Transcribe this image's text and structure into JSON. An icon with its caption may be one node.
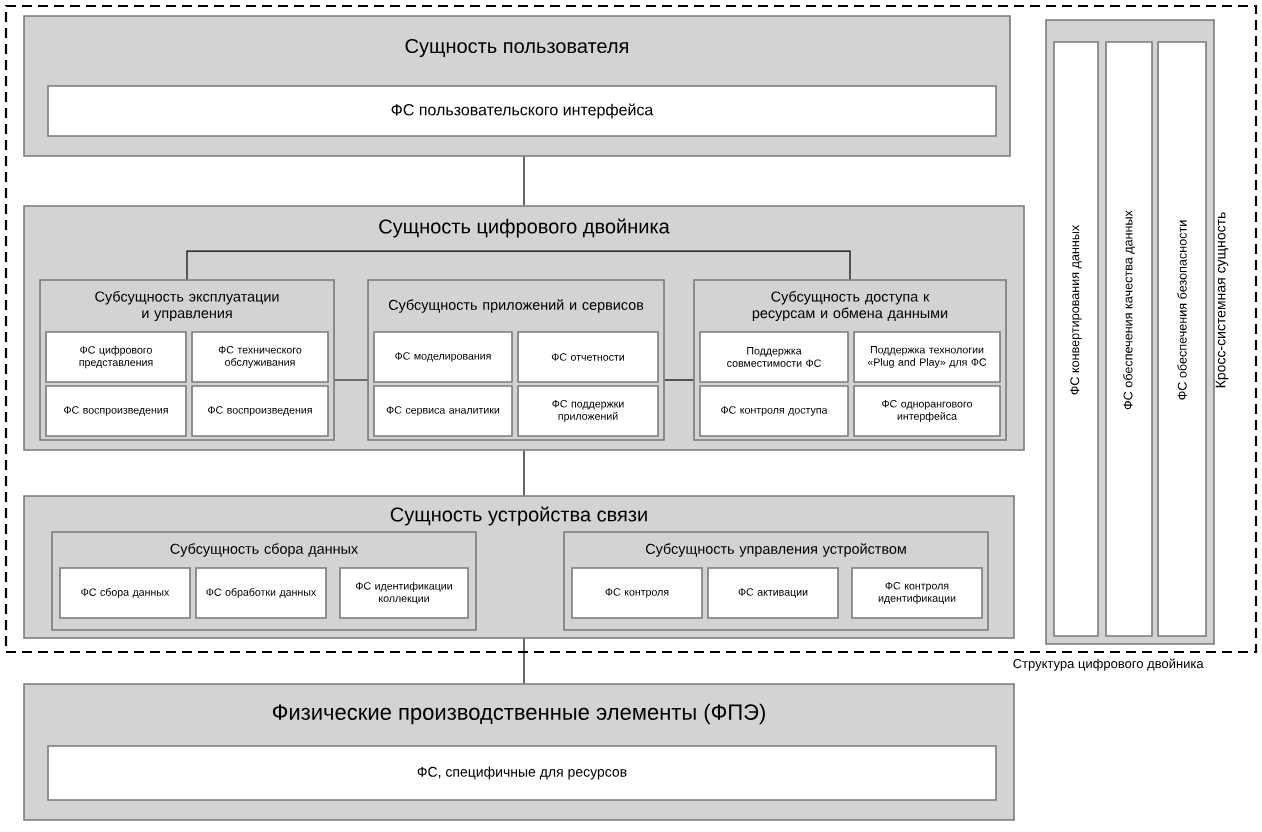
{
  "diagram": {
    "nodes": [
      {
        "text": [
          "Структура цифрового двойника"
        ]
      },
      {
        "text": [
          "Сущность пользователя"
        ],
        "in": 0
      },
      {
        "text": [
          "ФС пользовательского интерфейса"
        ],
        "in": 1
      },
      {
        "text": [
          "Сущность цифрового двойника"
        ],
        "in": 0
      },
      {
        "text": [
          "Субсущность эксплуатации и управления"
        ],
        "in": 3
      },
      {
        "text": [
          "ФС цифрового представления"
        ],
        "in": 4
      },
      {
        "text": [
          "ФС технического обслуживания"
        ],
        "in": 4
      },
      {
        "text": [
          "ФС воспроизведения"
        ],
        "in": 4
      },
      {
        "text": [
          "ФС воспроизведения"
        ],
        "in": 4
      },
      {
        "text": [
          "Субсущность приложений и сервисов"
        ],
        "in": 3
      },
      {
        "text": [
          "ФС моделирования"
        ],
        "in": 9
      },
      {
        "text": [
          "ФС отчетности"
        ],
        "in": 9
      },
      {
        "text": [
          "ФС сервиса аналитики"
        ],
        "in": 9
      },
      {
        "text": [
          "ФС поддержки приложений"
        ],
        "in": 9
      },
      {
        "text": [
          "Субсущность доступа к ресурсам и обмена данными"
        ],
        "in": 3
      },
      {
        "text": [
          "Поддержка совместимости ФС"
        ],
        "in": 14
      },
      {
        "text": [
          "Поддержка технологии «Plug and Play» для ФС"
        ],
        "in": 14
      },
      {
        "text": [
          "ФС контроля доступа"
        ],
        "in": 14
      },
      {
        "text": [
          "ФС однорангового интерфейса"
        ],
        "in": 14
      },
      {
        "text": [
          "Сущность устройства связи"
        ],
        "in": 0
      },
      {
        "text": [
          "Субсущность сбора данных"
        ],
        "in": 19
      },
      {
        "text": [
          "ФС сбора данных"
        ],
        "in": 20
      },
      {
        "text": [
          "ФС обработки данных"
        ],
        "in": 20
      },
      {
        "text": [
          "ФС идентификации коллекции"
        ],
        "in": 20
      },
      {
        "text": [
          "Субсущность управления устройством"
        ],
        "in": 19
      },
      {
        "text": [
          "ФС контроля"
        ],
        "in": 24
      },
      {
        "text": [
          "ФС активации"
        ],
        "in": 24
      },
      {
        "text": [
          "ФС контроля идентификации"
        ],
        "in": 24
      },
      {
        "text": [
          "Кросс-системная сущность"
        ],
        "in": 0
      },
      {
        "text": [
          "ФС конвертирования данных"
        ],
        "in": 28
      },
      {
        "text": [
          "ФС обеспечения качества данных"
        ],
        "in": 28
      },
      {
        "text": [
          "ФС обеспечения безопасности"
        ],
        "in": 28
      },
      {
        "text": [
          "Физические производственные элементы (ФПЭ)"
        ]
      },
      {
        "text": [
          "ФС, специфичные для ресурсов"
        ],
        "in": 32
      }
    ],
    "edges": [
      {
        "from": 1,
        "to": 3,
        "arrow": "none"
      },
      {
        "from": 4,
        "to": 14,
        "arrow": "none"
      },
      {
        "from": 4,
        "to": 9,
        "arrow": "none"
      },
      {
        "from": 9,
        "to": 14,
        "arrow": "none"
      },
      {
        "from": 3,
        "to": 19,
        "arrow": "none"
      },
      {
        "from": 19,
        "to": 32,
        "arrow": "none"
      }
    ]
  }
}
